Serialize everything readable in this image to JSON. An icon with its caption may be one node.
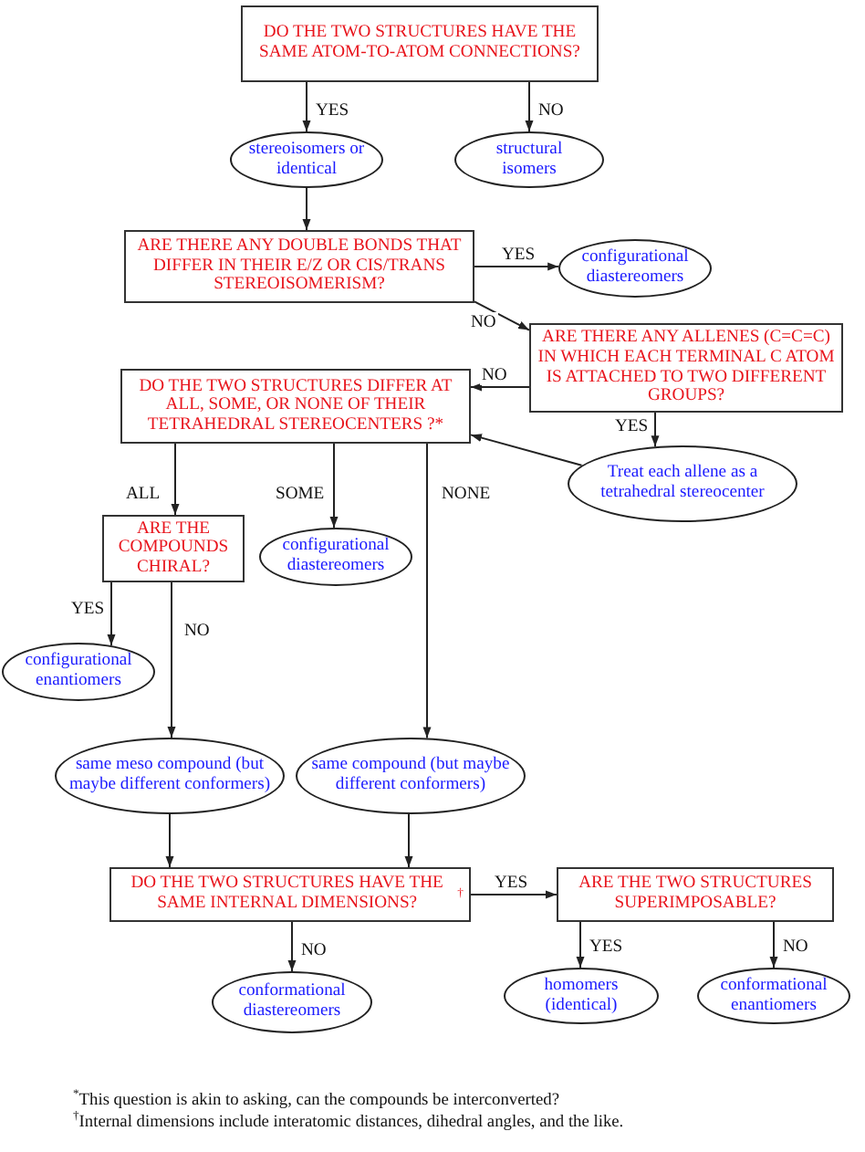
{
  "diagram": {
    "nodes": [
      {
        "text": [
          "DO THE TWO STRUCTURES HAVE THE SAME ATOM-TO-ATOM CONNECTIONS?"
        ]
      },
      {
        "text": [
          "stereoisomers or identical"
        ]
      },
      {
        "text": [
          "structural isomers"
        ]
      },
      {
        "text": [
          "ARE THERE ANY DOUBLE BONDS THAT DIFFER IN THEIR E/Z OR CIS/TRANS STEREOISOMERISM?"
        ]
      },
      {
        "text": [
          "configurational diastereomers"
        ]
      },
      {
        "text": [
          "ARE THERE ANY ALLENES (C=C=C) IN WHICH EACH TERMINAL C ATOM IS ATTACHED TO TWO DIFFERENT GROUPS?"
        ]
      },
      {
        "text": [
          "DO THE TWO STRUCTURES DIFFER AT ALL, SOME, OR NONE OF THEIR TETRAHEDRAL STEREOCENTERS ?*"
        ]
      },
      {
        "text": [
          "Treat each allene as a tetrahedral stereocenter"
        ]
      },
      {
        "text": [
          "ARE THE COMPOUNDS CHIRAL?"
        ]
      },
      {
        "text": [
          "configurational diastereomers"
        ]
      },
      {
        "text": [
          "configurational enantiomers"
        ]
      },
      {
        "text": [
          "same meso compound (but maybe different conformers)"
        ]
      },
      {
        "text": [
          "same compound (but maybe different conformers)"
        ]
      },
      {
        "text": [
          "DO THE TWO STRUCTURES HAVE THE SAME INTERNAL DIMENSIONS?$^{†}$"
        ]
      },
      {
        "text": [
          "ARE THE TWO STRUCTURES SUPERIMPOSABLE?"
        ]
      },
      {
        "text": [
          "conformational diastereomers"
        ]
      },
      {
        "text": [
          "homomers (identical)"
        ]
      },
      {
        "text": [
          "conformational enantiomers"
        ]
      }
    ],
    "edges": [
      {
        "from": 0,
        "to": 1,
        "arrow": "to",
        "label": "YES"
      },
      {
        "from": 0,
        "to": 2,
        "arrow": "to",
        "label": "NO"
      },
      {
        "from": 1,
        "to": 3,
        "arrow": "to"
      },
      {
        "from": 3,
        "to": 4,
        "arrow": "to",
        "label": "YES"
      },
      {
        "from": 3,
        "to": 5,
        "arrow": "to",
        "label": "NO"
      },
      {
        "from": 5,
        "to": 6,
        "arrow": "to",
        "label": "NO"
      },
      {
        "from": 5,
        "to": 7,
        "arrow": "to",
        "label": "YES"
      },
      {
        "from": 7,
        "to": 6,
        "arrow": "to"
      },
      {
        "from": 6,
        "to": 8,
        "arrow": "to",
        "label": "ALL"
      },
      {
        "from": 6,
        "to": 9,
        "arrow": "to",
        "label": "SOME"
      },
      {
        "from": 6,
        "to": 12,
        "arrow": "to",
        "label": "NONE"
      },
      {
        "from": 8,
        "to": 10,
        "arrow": "to",
        "label": "YES"
      },
      {
        "from": 8,
        "to": 11,
        "arrow": "to",
        "label": "NO"
      },
      {
        "from": 11,
        "to": 13,
        "arrow": "to"
      },
      {
        "from": 12,
        "to": 13,
        "arrow": "to"
      },
      {
        "from": 13,
        "to": 14,
        "arrow": "to",
        "label": "YES"
      },
      {
        "from": 13,
        "to": 15,
        "arrow": "to",
        "label": "NO"
      },
      {
        "from": 14,
        "to": 16,
        "arrow": "to",
        "label": "YES"
      },
      {
        "from": 14,
        "to": 17,
        "arrow": "to",
        "label": "NO"
      }
    ],
    "labels": [
      "$^{*}$This question is akin to asking, can the compounds be interconverted?",
      "$^{†}$Internal dimensions include interatomic distances, dihedral angles, and the like."
    ]
  }
}
